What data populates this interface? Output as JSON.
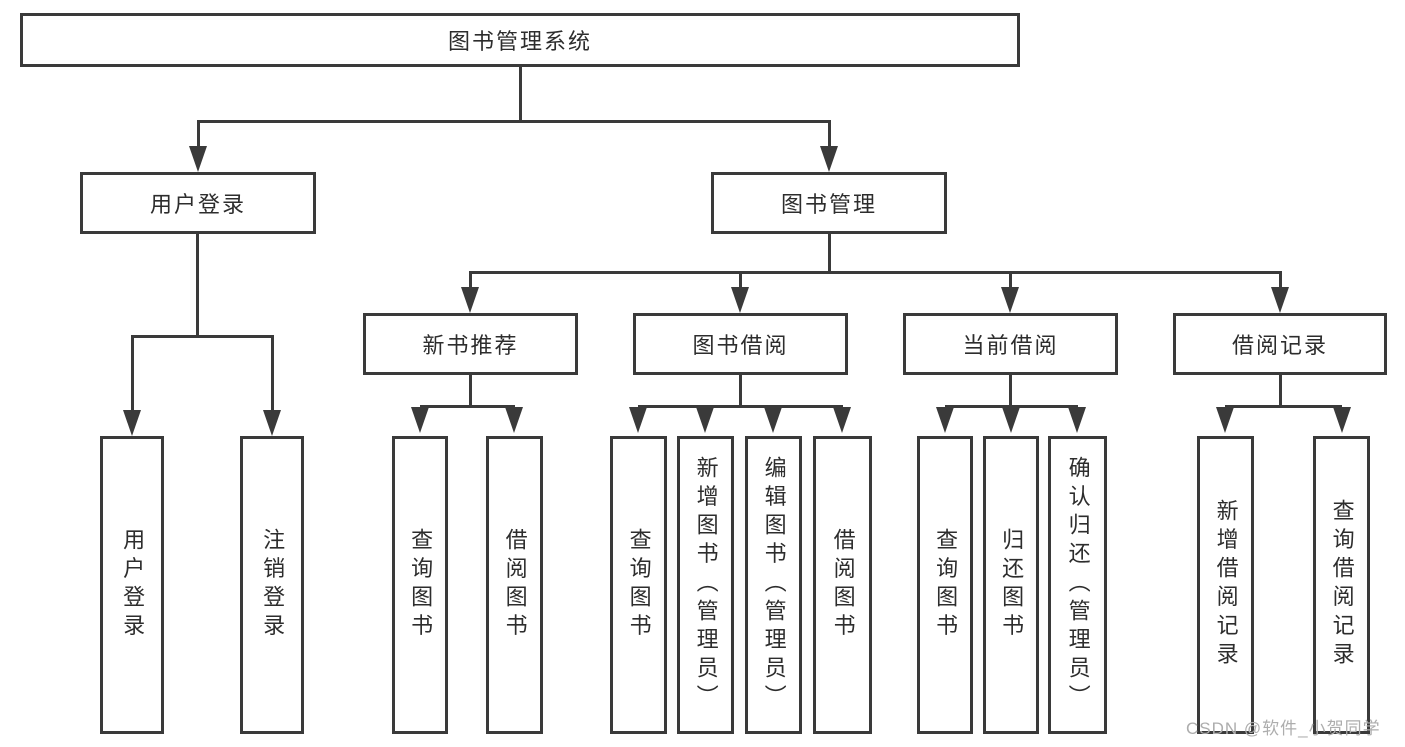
{
  "tree": {
    "label": "图书管理系统",
    "children": [
      {
        "label": "用户登录",
        "children": [
          {
            "label": "用户登录"
          },
          {
            "label": "注销登录"
          }
        ]
      },
      {
        "label": "图书管理",
        "children": [
          {
            "label": "新书推荐",
            "children": [
              {
                "label": "查询图书"
              },
              {
                "label": "借阅图书"
              }
            ]
          },
          {
            "label": "图书借阅",
            "children": [
              {
                "label": "查询图书"
              },
              {
                "label": "新增图书（管理员）"
              },
              {
                "label": "编辑图书（管理员）"
              },
              {
                "label": "借阅图书"
              }
            ]
          },
          {
            "label": "当前借阅",
            "children": [
              {
                "label": "查询图书"
              },
              {
                "label": "归还图书"
              },
              {
                "label": "确认归还（管理员）"
              }
            ]
          },
          {
            "label": "借阅记录",
            "children": [
              {
                "label": "新增借阅记录"
              },
              {
                "label": "查询借阅记录"
              }
            ]
          }
        ]
      }
    ]
  },
  "watermark": {
    "text": "CSDN @软件_小贺同学"
  },
  "colors": {
    "line": "#3a3a3a",
    "box_border": "#3a3a3a",
    "text": "#2d2d2d",
    "watermark": "#adadad",
    "background": "#ffffff"
  }
}
